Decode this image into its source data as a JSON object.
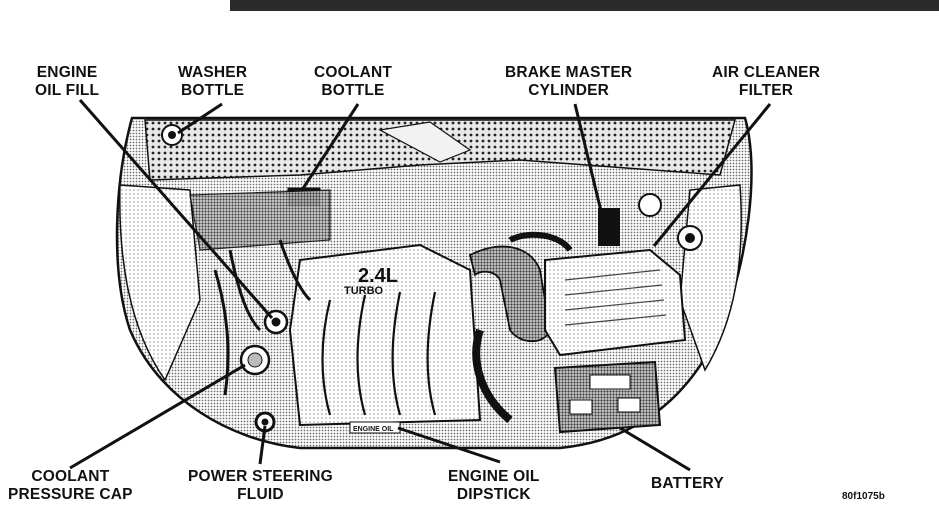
{
  "labels": {
    "engine_oil_fill": [
      "ENGINE",
      "OIL FILL"
    ],
    "washer_bottle": [
      "WASHER",
      "BOTTLE"
    ],
    "coolant_bottle": [
      "COOLANT",
      "BOTTLE"
    ],
    "brake_master_cylinder": [
      "BRAKE MASTER",
      "CYLINDER"
    ],
    "air_cleaner_filter": [
      "AIR CLEANER",
      "FILTER"
    ],
    "coolant_pressure_cap": [
      "COOLANT",
      "PRESSURE CAP"
    ],
    "power_steering_fluid": [
      "POWER STEERING",
      "FLUID"
    ],
    "engine_oil_dipstick": [
      "ENGINE OIL",
      "DIPSTICK"
    ],
    "battery": [
      "BATTERY"
    ]
  },
  "engine_marks": {
    "displacement": "2.4L",
    "badge": "TURBO",
    "dipstick_tag": "ENGINE OIL"
  },
  "figure_code": "80f1075b",
  "colors": {
    "ink": "#111111",
    "halftone": "#8a8a8a",
    "header": "#2b2b2b"
  }
}
